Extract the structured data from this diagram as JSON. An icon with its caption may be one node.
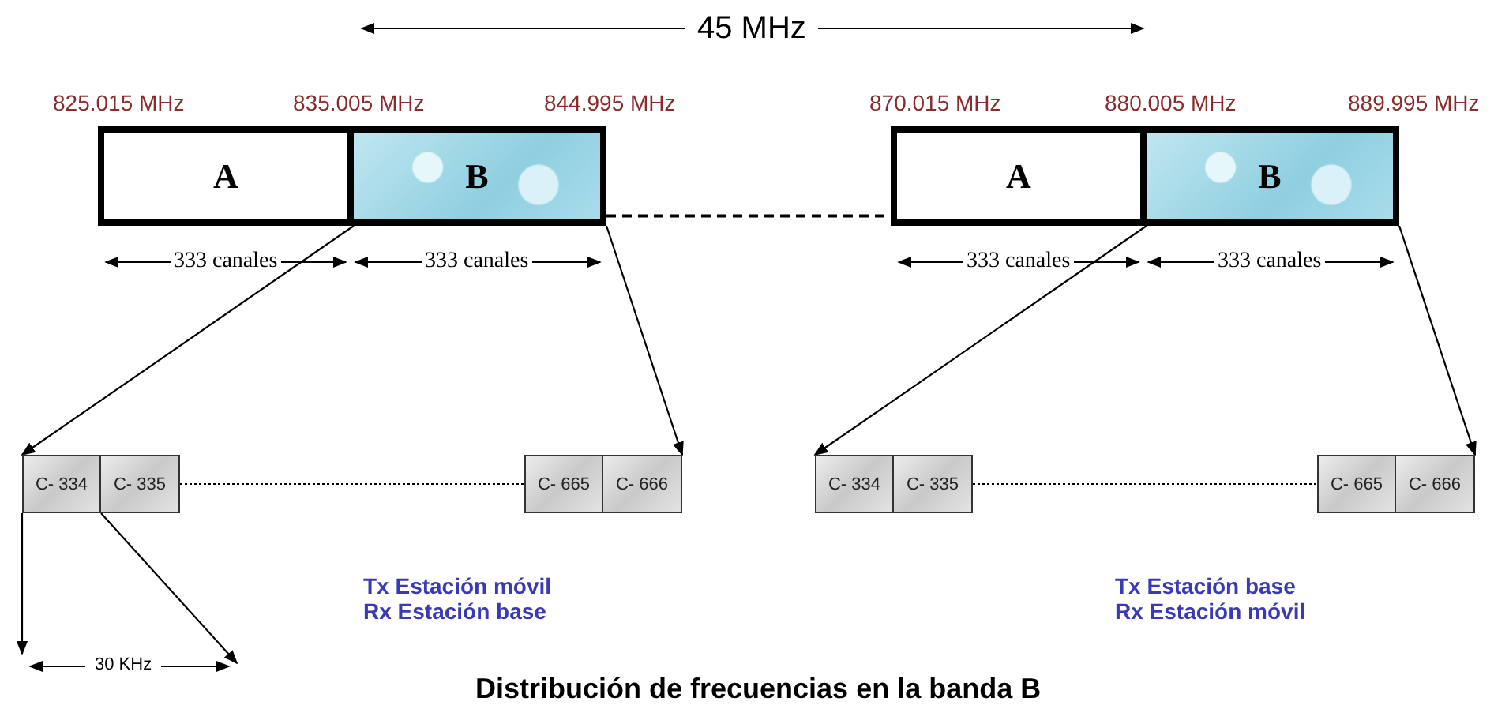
{
  "diagram": {
    "caption": "Distribución de frecuencias en la banda B",
    "nodes": [
      {
        "text": [
          "A"
        ]
      },
      {
        "text": [
          "B"
        ]
      },
      {
        "text": [
          "A"
        ]
      },
      {
        "text": [
          "B"
        ]
      },
      {
        "text": [
          "C- 334"
        ]
      },
      {
        "text": [
          "C- 335"
        ]
      },
      {
        "text": [
          "C- 665"
        ]
      },
      {
        "text": [
          "C- 666"
        ]
      },
      {
        "text": [
          "C- 334"
        ]
      },
      {
        "text": [
          "C- 335"
        ]
      },
      {
        "text": [
          "C- 665"
        ]
      },
      {
        "text": [
          "C- 666"
        ]
      }
    ],
    "edges": [
      {
        "from": 1,
        "to": 2,
        "arrow": "none",
        "style": "dashed"
      },
      {
        "from": 1,
        "to": 4,
        "arrow": "to"
      },
      {
        "from": 1,
        "to": 7,
        "arrow": "to"
      },
      {
        "from": 3,
        "to": 8,
        "arrow": "to"
      },
      {
        "from": 3,
        "to": 11,
        "arrow": "to"
      },
      {
        "from": 5,
        "to": 6,
        "arrow": "none",
        "style": "dashed"
      },
      {
        "from": 9,
        "to": 10,
        "arrow": "none",
        "style": "dashed"
      },
      {
        "from": 4,
        "to": null,
        "arrow": "to"
      },
      {
        "from": 5,
        "to": null,
        "arrow": "to"
      }
    ],
    "labels": [
      "45 MHz",
      "825.015 MHz",
      "835.005 MHz",
      "844.995 MHz",
      "870.015 MHz",
      "880.005 MHz",
      "889.995 MHz",
      "333 canales",
      "333 canales",
      "333 canales",
      "333 canales",
      "Tx Estación móvil",
      "Rx Estación base",
      "Tx Estación base",
      "Rx Estación móvil",
      "30 KHz"
    ]
  }
}
